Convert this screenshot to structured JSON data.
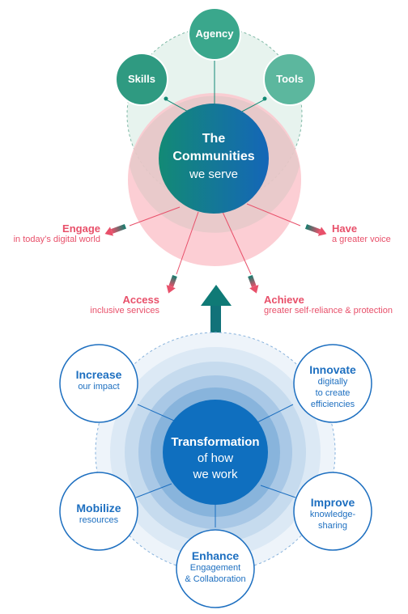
{
  "colors": {
    "teal_dark": "#138a75",
    "teal": "#36a58b",
    "teal_light": "#5cb79e",
    "mint_bg": "#e7f3ee",
    "pink_circle": "#fbc3c9",
    "pink_text": "#e8506a",
    "blue_text": "#1d6fc0",
    "blue_core": "#0f6fbf",
    "arrow_teal": "#0f7a76"
  },
  "top": {
    "skills": "Skills",
    "agency": "Agency",
    "tools": "Tools",
    "center_line1": "The",
    "center_line2": "Communities",
    "center_line3": "we serve"
  },
  "outcomes": {
    "engage_title": "Engage",
    "engage_sub": "in today’s digital world",
    "have_title": "Have",
    "have_sub": "a greater voice",
    "access_title": "Access",
    "access_sub": "inclusive services",
    "achieve_title": "Achieve",
    "achieve_sub": "greater self-reliance & protection"
  },
  "bottom": {
    "center_line1": "Transformation",
    "center_line2": "of how",
    "center_line3": "we work",
    "increase_title": "Increase",
    "increase_sub": "our impact",
    "innovate_title": "Innovate",
    "innovate_sub1": "digitally",
    "innovate_sub2": "to create",
    "innovate_sub3": "efficiencies",
    "mobilize_title": "Mobilize",
    "mobilize_sub": "resources",
    "improve_title": "Improve",
    "improve_sub1": "knowledge-",
    "improve_sub2": "sharing",
    "enhance_title": "Enhance",
    "enhance_sub1": "Engagement",
    "enhance_sub2": "& Collaboration"
  }
}
